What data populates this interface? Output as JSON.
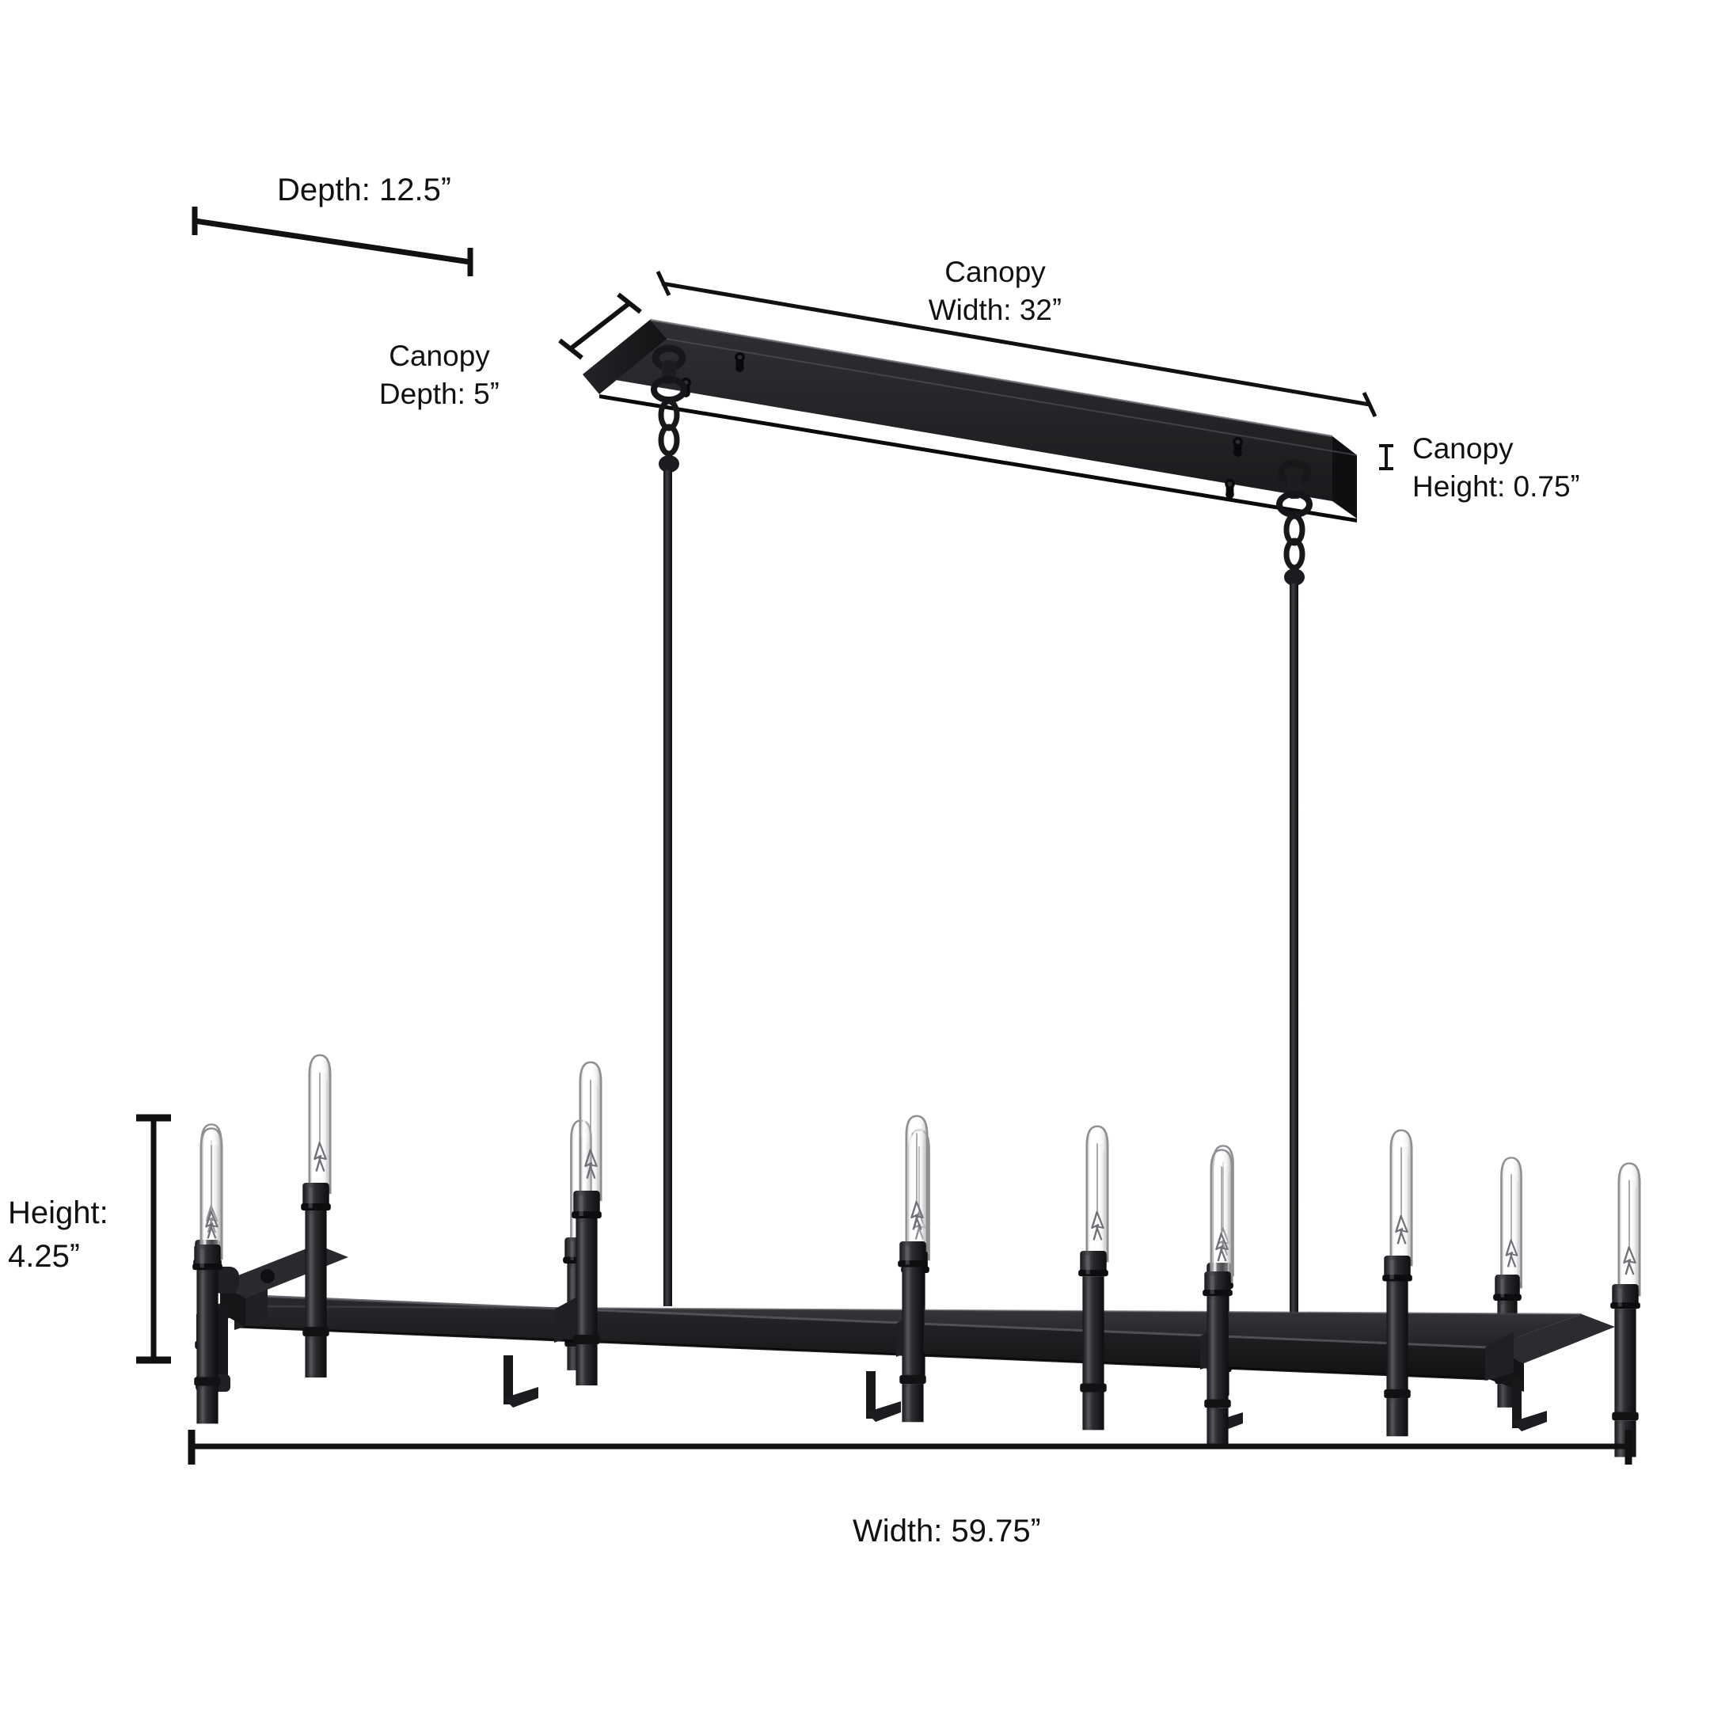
{
  "product": {
    "type": "linear-chandelier",
    "finish_color": "#1b1b1d",
    "bulb_count": 10,
    "bulb_style": "clear-tubular-filament"
  },
  "background_color": "#ffffff",
  "text_color": "#111111",
  "dimensions": {
    "depth": {
      "label": "Depth: 12.5ˮ",
      "name": "Depth",
      "value": "12.5",
      "unit": "ˮ"
    },
    "canopy_depth": {
      "label_line1": "Canopy",
      "label_line2": "Depth: 5ˮ",
      "name": "Canopy Depth",
      "value": "5",
      "unit": "ˮ"
    },
    "canopy_width": {
      "label_line1": "Canopy",
      "label_line2": "Width: 32ˮ",
      "name": "Canopy Width",
      "value": "32",
      "unit": "ˮ"
    },
    "canopy_height": {
      "label_line1": "Canopy",
      "label_line2": "Height: 0.75ˮ",
      "name": "Canopy Height",
      "value": "0.75",
      "unit": "ˮ"
    },
    "height": {
      "label_line1": "Height:",
      "label_line2": "4.25ˮ",
      "name": "Height",
      "value": "4.25",
      "unit": "ˮ"
    },
    "width": {
      "label": "Width: 59.75ˮ",
      "name": "Width",
      "value": "59.75",
      "unit": "ˮ"
    }
  }
}
